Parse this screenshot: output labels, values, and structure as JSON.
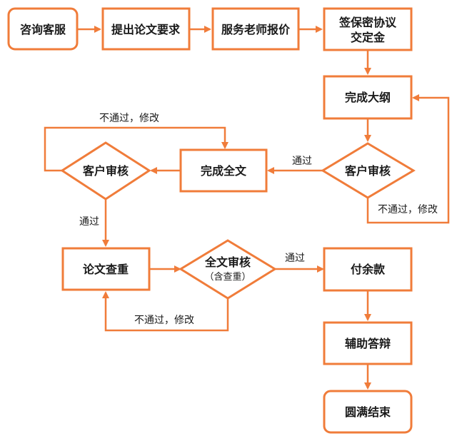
{
  "colors": {
    "accent": "#f07c3a",
    "text": "#1a1a1a",
    "background": "#ffffff"
  },
  "nodes": {
    "consult": "咨询客服",
    "requirements": "提出论文要求",
    "quote": "服务老师报价",
    "contract_line1": "签保密协议",
    "contract_line2": "交定金",
    "outline": "完成大纲",
    "review1": "客户审核",
    "fulltext": "完成全文",
    "review2": "客户审核",
    "plagiarism": "论文查重",
    "review3_line1": "全文审核",
    "review3_line2": "（含查重）",
    "balance": "付余款",
    "defense": "辅助答辩",
    "done": "圆满结束"
  },
  "edges": {
    "pass": "通过",
    "fail_revise": "不通过，修改"
  }
}
